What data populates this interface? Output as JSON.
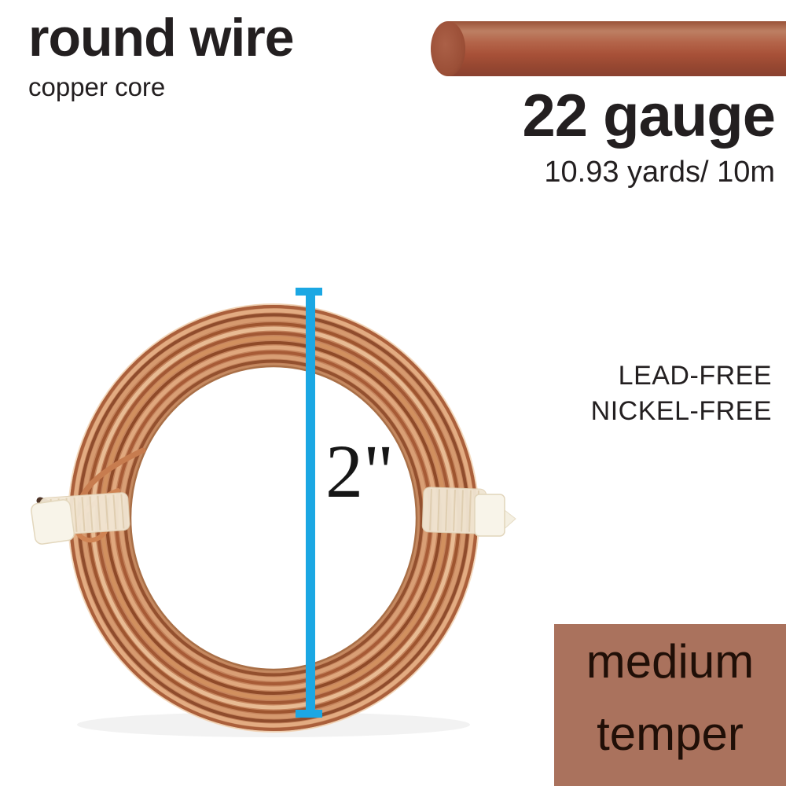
{
  "header": {
    "title": "round wire",
    "subtitle": "copper core"
  },
  "spec": {
    "gauge": "22 gauge",
    "length": "10.93 yards/ 10m"
  },
  "features": {
    "line1": "LEAD-FREE",
    "line2": "NICKEL-FREE"
  },
  "temper": {
    "line1": "medium",
    "line2": "temper"
  },
  "measurement": {
    "label": "2\""
  },
  "colors": {
    "accent_blue": "#1ba7e3",
    "rod_copper": "#a85138",
    "rod_cap": "#9b4f37",
    "coil_copper": "#c4835c",
    "tie_cream": "#f2e7d4",
    "temper_box_bg": "#aa725d",
    "text": "#231f20"
  }
}
